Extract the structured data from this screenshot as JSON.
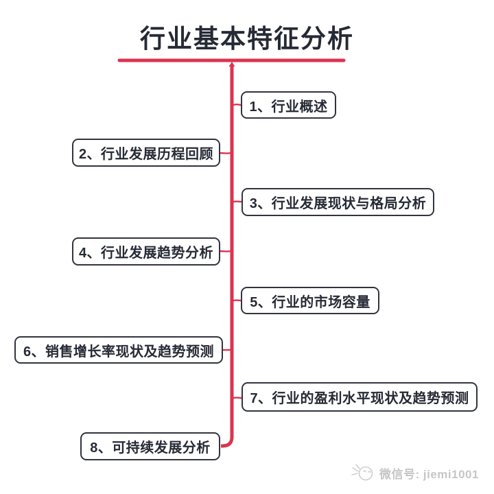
{
  "title": "行业基本特征分析",
  "nodes": [
    {
      "id": 1,
      "label": "1、行业概述",
      "side": "right"
    },
    {
      "id": 2,
      "label": "2、行业发展历程回顾",
      "side": "left"
    },
    {
      "id": 3,
      "label": "3、行业发展现状与格局分析",
      "side": "right"
    },
    {
      "id": 4,
      "label": "4、行业发展趋势分析",
      "side": "left"
    },
    {
      "id": 5,
      "label": "5、行业的市场容量",
      "side": "right"
    },
    {
      "id": 6,
      "label": "6、销售增长率现状及趋势预测",
      "side": "left"
    },
    {
      "id": 7,
      "label": "7、行业的盈利水平现状及趋势预测",
      "side": "right"
    },
    {
      "id": 8,
      "label": "8、可持续发展分析",
      "side": "left"
    }
  ],
  "watermark": {
    "icon": "wechat-mascot-icon",
    "text": "微信号: jiemi1001"
  },
  "colors": {
    "accent_red": "#dd3350",
    "box_border": "#31343e",
    "text_dark": "#262a35",
    "watermark_gray": "#c6c6c6"
  }
}
